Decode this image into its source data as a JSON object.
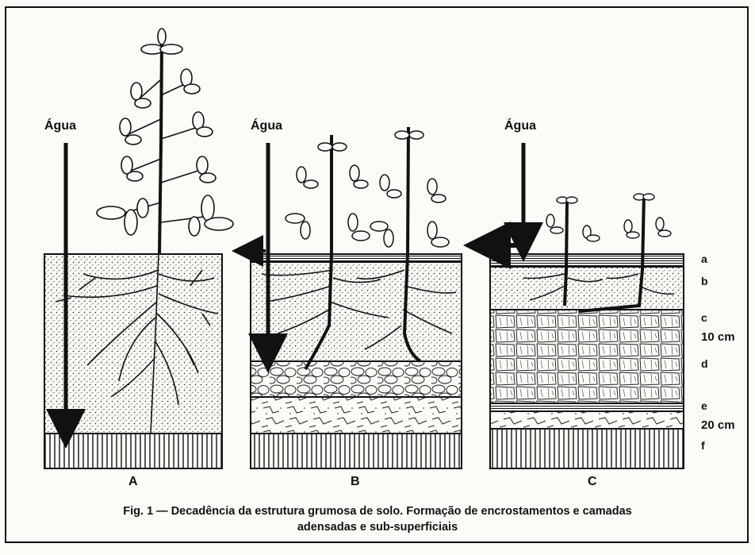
{
  "water_label": "Água",
  "panels": [
    {
      "letter": "A"
    },
    {
      "letter": "B"
    },
    {
      "letter": "C"
    }
  ],
  "layer_labels": [
    "a",
    "b",
    "c",
    "d",
    "e",
    "f"
  ],
  "depth_labels": [
    "10 cm",
    "20 cm"
  ],
  "caption": {
    "line1": "Fig. 1 — Decadência da estrutura grumosa de solo. Formação de encrostamentos e camadas",
    "line2": "adensadas e sub-superficiais"
  },
  "colors": {
    "ink": "#111111",
    "paper": "#fbfbf8"
  }
}
